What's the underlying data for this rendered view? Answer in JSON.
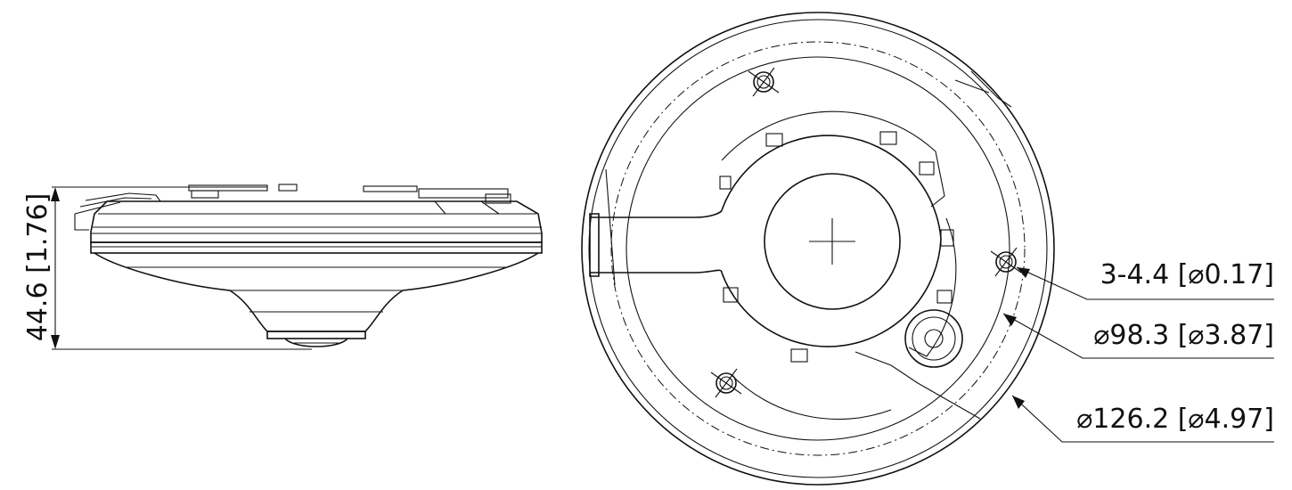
{
  "side_view": {
    "height_label": "44.6 [1.76]"
  },
  "top_view": {
    "callouts": [
      {
        "id": "mount-hole",
        "label": "3-4.4 [⌀0.17]"
      },
      {
        "id": "inner-diameter",
        "label": "⌀98.3 [⌀3.87]"
      },
      {
        "id": "outer-diameter",
        "label": "⌀126.2 [⌀4.97]"
      }
    ]
  }
}
